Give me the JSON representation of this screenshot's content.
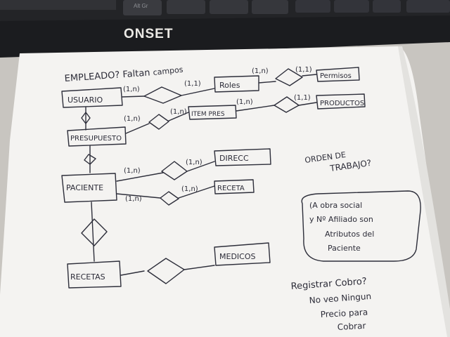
{
  "keyboard": {
    "brand": "ONSET",
    "key_label": "Alt Gr"
  },
  "sheet": {
    "entities": {
      "usuario": "USUARIO",
      "presupuesto": "PRESUPUESTO",
      "paciente": "PACIENTE",
      "recetas": "RECETAS",
      "roles": "Roles",
      "permisos": "Permisos",
      "item_pres": "ITEM PRES",
      "productos": "PRODUCTOS",
      "direcc": "DIRECC",
      "receta": "RECETA",
      "medicos": "MEDICOS"
    },
    "cardinalities": {
      "usuario_roles_left": "(1,n)",
      "usuario_roles_right": "(1,1)",
      "roles_permisos_left": "(1,n)",
      "roles_permisos_right": "(1,1)",
      "presupuesto_item_left": "(1,n)",
      "presupuesto_item_right": "(1,n)",
      "item_productos_left": "(1,n)",
      "item_productos_right": "(1,1)",
      "paciente_direcc_left": "(1,n)",
      "paciente_direcc_right": "(1,n)",
      "paciente_receta_left": "(1,n)",
      "paciente_receta_right": "(1,n)"
    },
    "notes": {
      "empleado_line1": "EMPLEADO? Faltan",
      "empleado_line2": "campos",
      "orden_line1": "ORDEN DE",
      "orden_line2": "TRABAJO?",
      "bubble_line1": "(A obra social",
      "bubble_line2": "y Nº Afiliado son",
      "bubble_line3": "Atributos del",
      "bubble_line4": "Paciente",
      "cobro_line1": "Registrar Cobro?",
      "cobro_line2": "No veo Ningun",
      "cobro_line3": "Precio para",
      "cobro_line4": "Cobrar"
    }
  }
}
